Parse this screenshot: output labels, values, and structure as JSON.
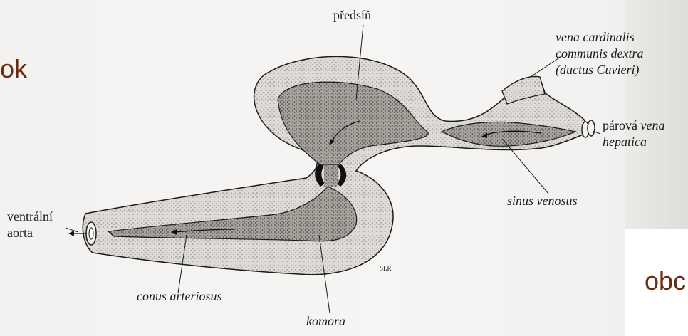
{
  "slide": {
    "fragment_top_left": "ok",
    "fragment_bottom_right": "obc"
  },
  "labels": {
    "predsin": "předsíň",
    "vena_cardinalis_1": "vena cardinalis",
    "vena_cardinalis_2": "communis dextra",
    "vena_cardinalis_3": "(ductus Cuvieri)",
    "parova_1a": "párová",
    "parova_1b": "vena",
    "parova_2": "hepatica",
    "sinus_venosus": "sinus venosus",
    "ventralni_1": "ventrální",
    "ventralni_2": "aorta",
    "conus_arteriosus": "conus arteriosus",
    "komora": "komora",
    "signature": "SLR"
  },
  "colors": {
    "slide_text": "#6a2a10",
    "ink": "#1a1a1a",
    "heart_fill": "#d9d6d0"
  }
}
